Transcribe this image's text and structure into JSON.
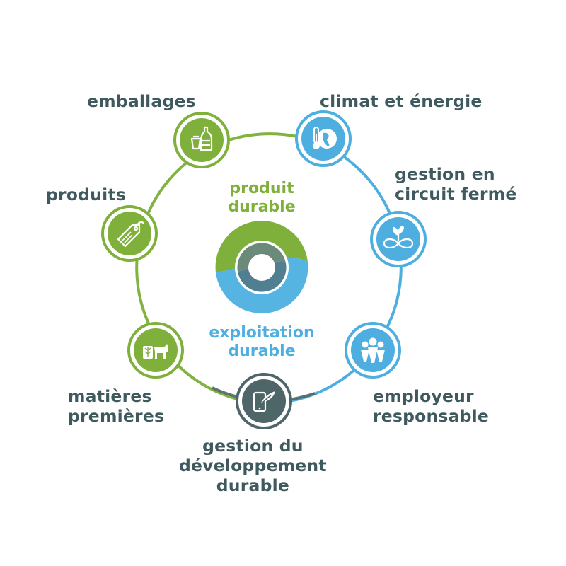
{
  "center": {
    "top_lines": [
      "produit",
      "durable"
    ],
    "bottom_lines": [
      "exploitation",
      "durable"
    ]
  },
  "nodes": [
    {
      "id": "emballages",
      "lines": [
        "emballages"
      ],
      "icon": "bottles-icon",
      "color": "#7fb03b"
    },
    {
      "id": "climat",
      "lines": [
        "climat et énergie"
      ],
      "icon": "thermometer-globe-icon",
      "color": "#4eaee0"
    },
    {
      "id": "circuit",
      "lines": [
        "gestion en",
        "circuit fermé"
      ],
      "icon": "infinity-leaf-icon",
      "color": "#4eaee0"
    },
    {
      "id": "employeur",
      "lines": [
        "employeur",
        "responsable"
      ],
      "icon": "people-icon",
      "color": "#4eaee0"
    },
    {
      "id": "gestion",
      "lines": [
        "gestion du",
        "développement",
        "durable"
      ],
      "icon": "phone-leaf-icon",
      "color": "#4f6669"
    },
    {
      "id": "matieres",
      "lines": [
        "matières",
        "premières"
      ],
      "icon": "grain-cow-icon",
      "color": "#7fb03b"
    },
    {
      "id": "produits",
      "lines": [
        "produits"
      ],
      "icon": "price-tag-icon",
      "color": "#7fb03b"
    }
  ],
  "colors": {
    "green": "#7fb03b",
    "blue": "#4eaee0",
    "slate": "#4f6669",
    "text": "#3f5a5e"
  }
}
